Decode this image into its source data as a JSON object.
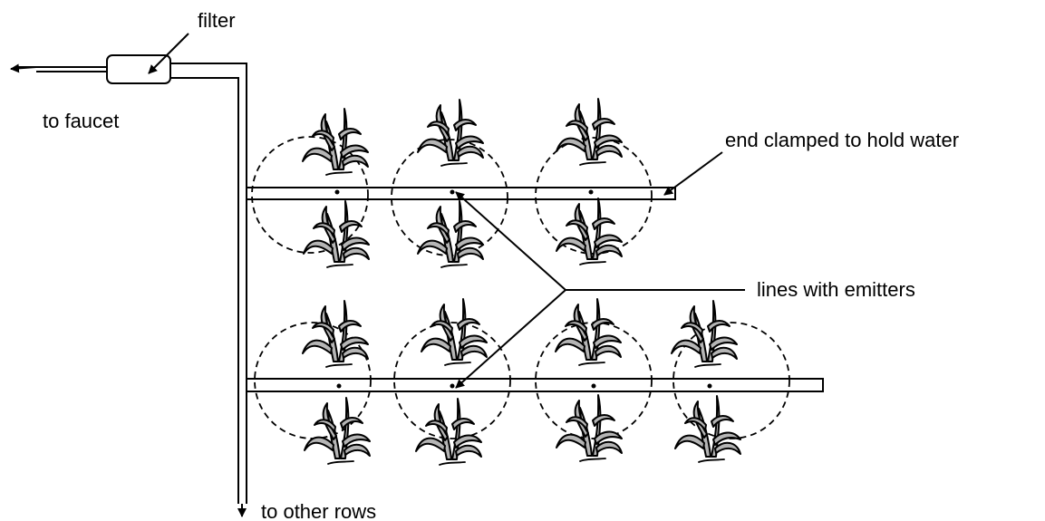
{
  "labels": {
    "filter": "filter",
    "to_faucet": "to faucet",
    "end_clamped": "end clamped to hold water",
    "lines_with_emitters": "lines with emitters",
    "to_other_rows": "to other rows"
  },
  "rows": [
    {
      "emitter_count": 3
    },
    {
      "emitter_count": 4
    }
  ],
  "plants_per_emitter": 2
}
